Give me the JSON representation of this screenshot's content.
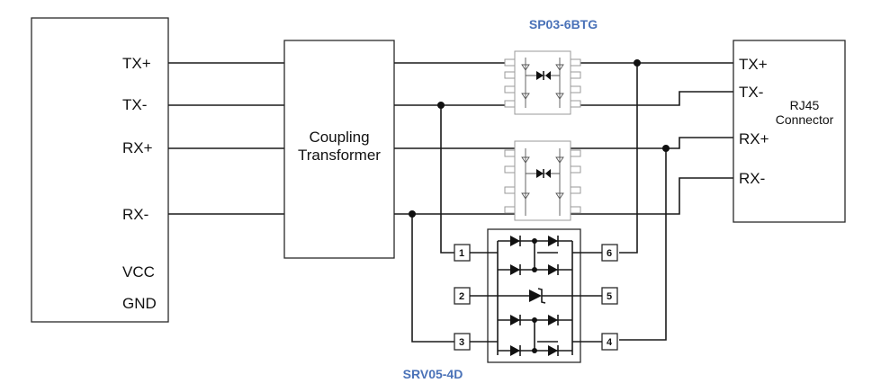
{
  "phy_block": {
    "pins": [
      "TX+",
      "TX-",
      "RX+",
      "RX-",
      "VCC",
      "GND"
    ]
  },
  "transformer": {
    "label_line1": "Coupling",
    "label_line2": "Transformer"
  },
  "chips": {
    "sp03": "SP03-6BTG",
    "srv05": "SRV05-4D"
  },
  "srv05_pins": [
    "1",
    "2",
    "3",
    "6",
    "5",
    "4"
  ],
  "rj45": {
    "pins": [
      "TX+",
      "TX-",
      "RX+",
      "RX-"
    ],
    "label_line1": "RJ45",
    "label_line2": "Connector"
  }
}
